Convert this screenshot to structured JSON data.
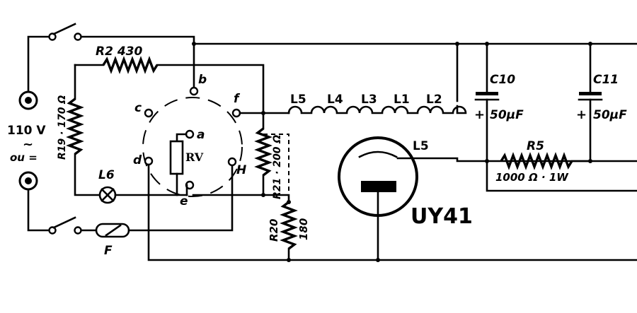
{
  "supply": {
    "voltage": "110 V",
    "symbol": "~",
    "alt_label": "ou ="
  },
  "resistors": {
    "r2": "R2 430",
    "r19": "R19 · 170 Ω",
    "r21": "R21 · 200 Ω",
    "r20_name": "R20",
    "r20_value": "180",
    "r5_name": "R5",
    "r5_value": "1000 Ω · 1W",
    "rv": "RV"
  },
  "coils": [
    "L5",
    "L4",
    "L3",
    "L1",
    "L2"
  ],
  "lamp": "L6",
  "fuse": "F",
  "selector_pins": {
    "a": "a",
    "b": "b",
    "c": "c",
    "d": "d",
    "e": "e",
    "f": "f",
    "h": "H"
  },
  "capacitors": [
    {
      "name": "C10",
      "value": "50µF",
      "polarity": "+"
    },
    {
      "name": "C11",
      "value": "50µF",
      "polarity": "+"
    }
  ],
  "tube": {
    "name": "UY41",
    "filament": "L5"
  }
}
